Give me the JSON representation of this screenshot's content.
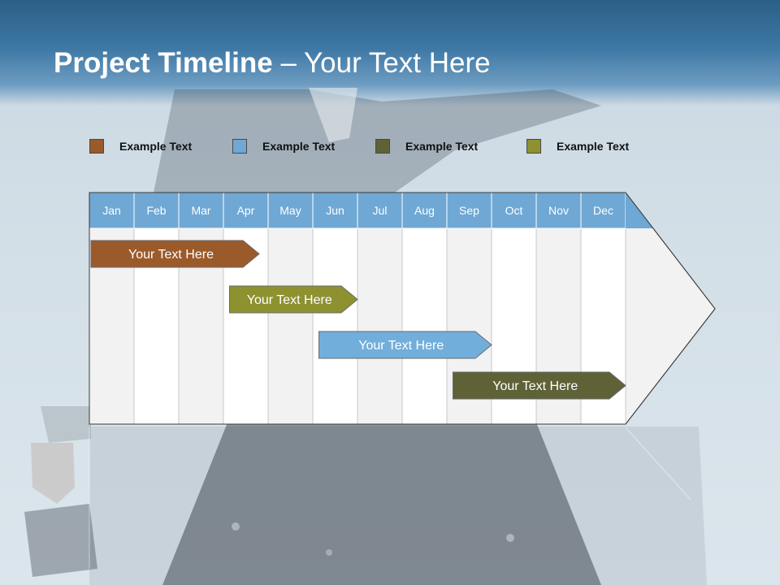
{
  "slide": {
    "title_bold": "Project Timeline",
    "title_rest": " – Your Text Here"
  },
  "legend": [
    {
      "label": "Example Text",
      "color": "#9b5a2a"
    },
    {
      "label": "Example Text",
      "color": "#6fa8d4"
    },
    {
      "label": "Example Text",
      "color": "#5f6236"
    },
    {
      "label": "Example Text",
      "color": "#8d9130"
    }
  ],
  "timeline": {
    "months": [
      "Jan",
      "Feb",
      "Mar",
      "Apr",
      "May",
      "Jun",
      "Jul",
      "Aug",
      "Sep",
      "Oct",
      "Nov",
      "Dec"
    ],
    "header_color": "#6fa8d4",
    "tasks": [
      {
        "label": "Your  Text Here",
        "start": 0,
        "end": 3.8,
        "color": "#9b5a2a"
      },
      {
        "label": "Your  Text Here",
        "start": 3.1,
        "end": 6.0,
        "color": "#8d9130"
      },
      {
        "label": "Your  Text Here",
        "start": 5.1,
        "end": 9.0,
        "color": "#72aedb"
      },
      {
        "label": "Your  Text Here",
        "start": 8.1,
        "end": 12.0,
        "color": "#5f6236"
      }
    ]
  }
}
